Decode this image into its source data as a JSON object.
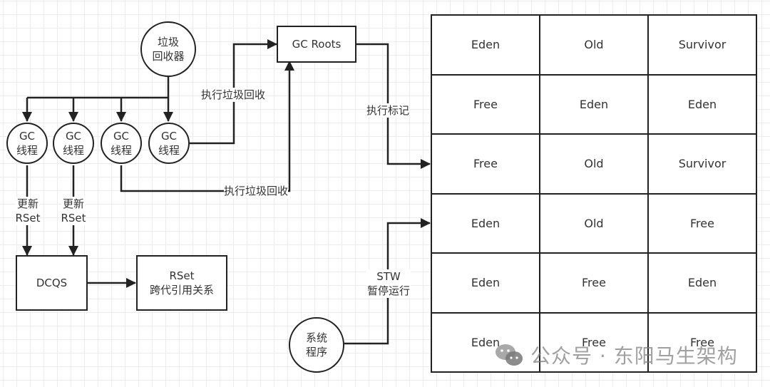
{
  "nodes": {
    "gc_collector": {
      "line1": "垃圾",
      "line2": "回收器"
    },
    "gc_threads": [
      {
        "line1": "GC",
        "line2": "线程"
      },
      {
        "line1": "GC",
        "line2": "线程"
      },
      {
        "line1": "GC",
        "line2": "线程"
      },
      {
        "line1": "GC",
        "line2": "线程"
      }
    ],
    "gc_roots": "GC Roots",
    "dcqs": "DCQS",
    "rset": {
      "line1": "RSet",
      "line2": "跨代引用关系"
    },
    "system_program": {
      "line1": "系统",
      "line2": "程序"
    }
  },
  "edge_labels": {
    "exec_gc_upper": "执行垃圾回收",
    "exec_gc_lower": "执行垃圾回收",
    "exec_mark": "执行标记",
    "update_rset_1": {
      "line1": "更新",
      "line2": "RSet"
    },
    "update_rset_2": {
      "line1": "更新",
      "line2": "RSet"
    },
    "stw": {
      "line1": "STW",
      "line2": "暂停运行"
    }
  },
  "heap_regions": [
    [
      "Eden",
      "Old",
      "Survivor"
    ],
    [
      "Free",
      "Eden",
      "Eden"
    ],
    [
      "Free",
      "Old",
      "Survivor"
    ],
    [
      "Eden",
      "Old",
      "Free"
    ],
    [
      "Eden",
      "Free",
      "Eden"
    ],
    [
      "Eden",
      "Free",
      "Free"
    ]
  ],
  "watermark": "公众号 · 东阳马生架构"
}
